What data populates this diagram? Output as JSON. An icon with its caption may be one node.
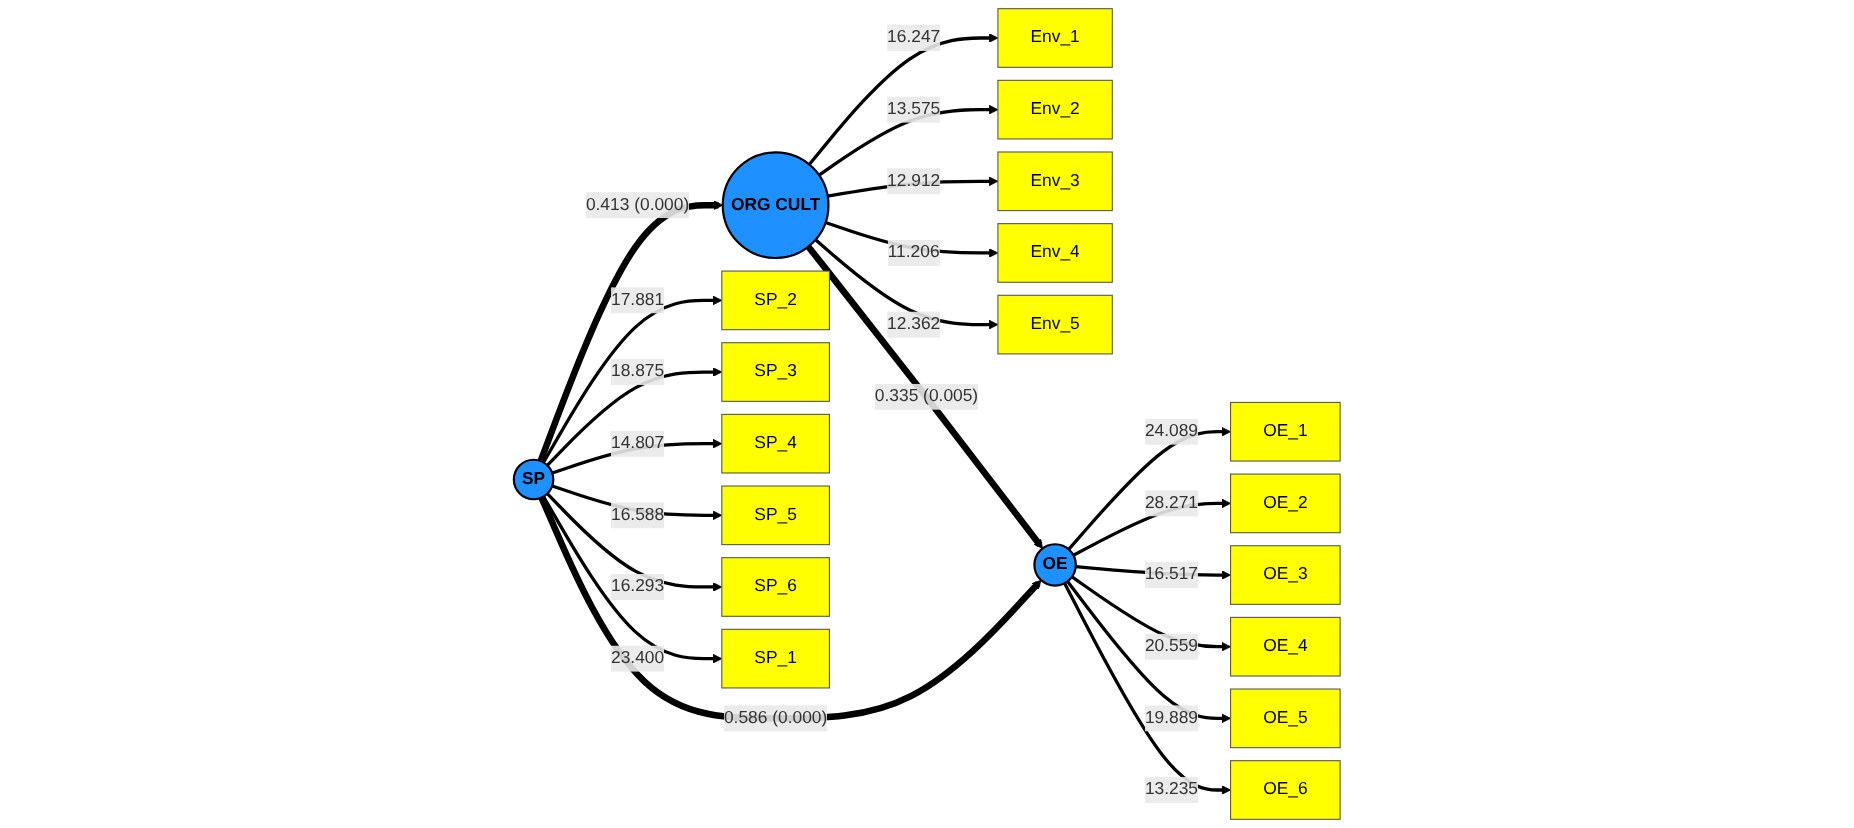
{
  "diagram": {
    "nodes": [
      {
        "text": [
          "Env_1"
        ]
      },
      {
        "text": [
          "Env_2"
        ]
      },
      {
        "text": [
          "Env_3"
        ]
      },
      {
        "text": [
          "Env_4"
        ]
      },
      {
        "text": [
          "Env_5"
        ]
      },
      {
        "text": [
          "ORG CULT"
        ]
      },
      {
        "text": [
          "SP_2"
        ]
      },
      {
        "text": [
          "SP_3"
        ]
      },
      {
        "text": [
          "SP_4"
        ]
      },
      {
        "text": [
          "SP_5"
        ]
      },
      {
        "text": [
          "SP_6"
        ]
      },
      {
        "text": [
          "SP_1"
        ]
      },
      {
        "text": [
          "SP"
        ]
      },
      {
        "text": [
          "OE"
        ]
      },
      {
        "text": [
          "OE_1"
        ]
      },
      {
        "text": [
          "OE_2"
        ]
      },
      {
        "text": [
          "OE_3"
        ]
      },
      {
        "text": [
          "OE_4"
        ]
      },
      {
        "text": [
          "OE_5"
        ]
      },
      {
        "text": [
          "OE_6"
        ]
      }
    ],
    "edges": [
      {
        "from": 5,
        "to": 0,
        "arrow": "to",
        "label": "16.247"
      },
      {
        "from": 5,
        "to": 1,
        "arrow": "to",
        "label": "13.575"
      },
      {
        "from": 5,
        "to": 2,
        "arrow": "to",
        "label": "12.912"
      },
      {
        "from": 5,
        "to": 3,
        "arrow": "to",
        "label": "11.206"
      },
      {
        "from": 5,
        "to": 4,
        "arrow": "to",
        "label": "12.362"
      },
      {
        "from": 12,
        "to": 6,
        "arrow": "to",
        "label": "17.881"
      },
      {
        "from": 12,
        "to": 7,
        "arrow": "to",
        "label": "18.875"
      },
      {
        "from": 12,
        "to": 8,
        "arrow": "to",
        "label": "14.807"
      },
      {
        "from": 12,
        "to": 9,
        "arrow": "to",
        "label": "16.588"
      },
      {
        "from": 12,
        "to": 10,
        "arrow": "to",
        "label": "16.293"
      },
      {
        "from": 12,
        "to": 11,
        "arrow": "to",
        "label": "23.400"
      },
      {
        "from": 12,
        "to": 5,
        "arrow": "to",
        "label": "0.413 (0.000)",
        "style": "thick"
      },
      {
        "from": 5,
        "to": 13,
        "arrow": "to",
        "label": "0.335 (0.005)",
        "style": "thick"
      },
      {
        "from": 12,
        "to": 13,
        "arrow": "to",
        "label": "0.586 (0.000)",
        "style": "thick"
      },
      {
        "from": 13,
        "to": 14,
        "arrow": "to",
        "label": "24.089"
      },
      {
        "from": 13,
        "to": 15,
        "arrow": "to",
        "label": "28.271"
      },
      {
        "from": 13,
        "to": 16,
        "arrow": "to",
        "label": "16.517"
      },
      {
        "from": 13,
        "to": 17,
        "arrow": "to",
        "label": "20.559"
      },
      {
        "from": 13,
        "to": 18,
        "arrow": "to",
        "label": "19.889"
      },
      {
        "from": 13,
        "to": 19,
        "arrow": "to",
        "label": "13.235"
      }
    ]
  }
}
